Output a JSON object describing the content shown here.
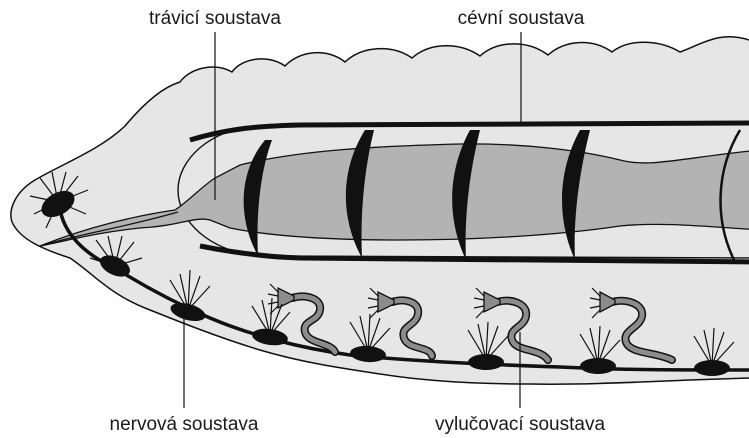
{
  "labels": {
    "digestive": "trávicí soustava",
    "circulatory": "cévní soustava",
    "nervous": "nervová soustava",
    "excretory": "vylučovací soustava"
  },
  "colors": {
    "body_fill": "#e6e6e6",
    "gut_fill": "#b3b3b3",
    "outline": "#111111",
    "nephridium_tube": "#8c8c8c"
  }
}
